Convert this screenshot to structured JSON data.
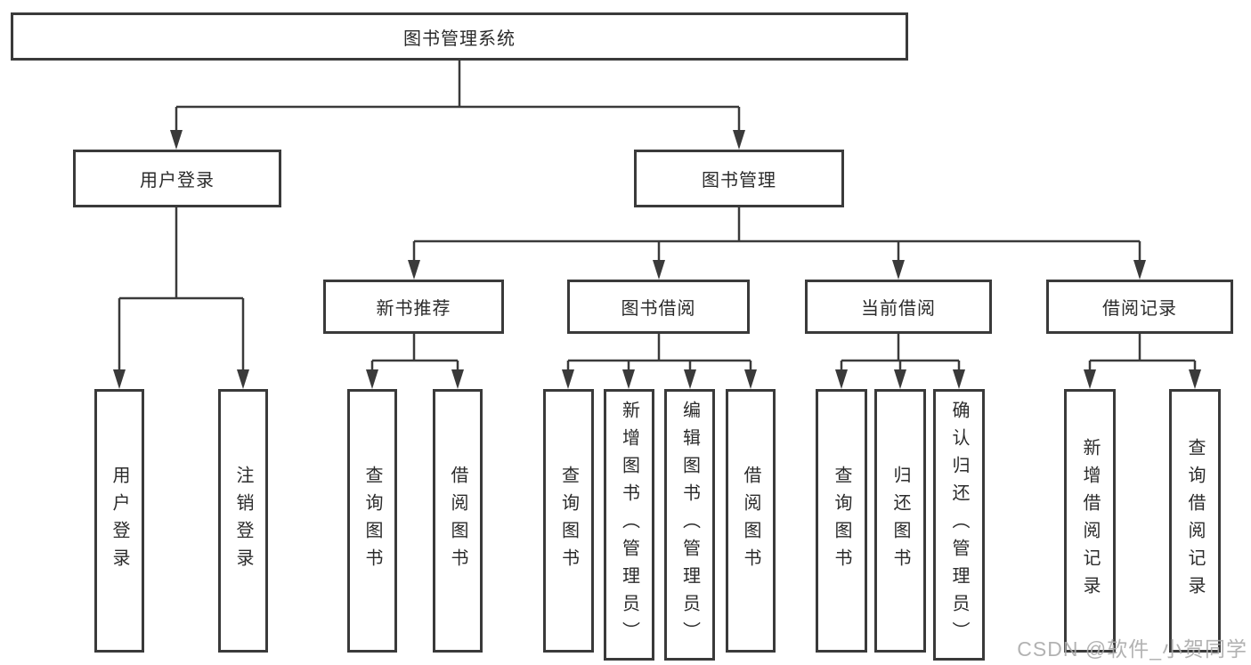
{
  "tree": {
    "label": "图书管理系统",
    "children": [
      {
        "label": "用户登录",
        "children": [
          {
            "label": "用户登录"
          },
          {
            "label": "注销登录"
          }
        ]
      },
      {
        "label": "图书管理",
        "children": [
          {
            "label": "新书推荐",
            "children": [
              {
                "label": "查询图书"
              },
              {
                "label": "借阅图书"
              }
            ]
          },
          {
            "label": "图书借阅",
            "children": [
              {
                "label": "查询图书"
              },
              {
                "label": "新增图书（管理员）"
              },
              {
                "label": "编辑图书（管理员）"
              },
              {
                "label": "借阅图书"
              }
            ]
          },
          {
            "label": "当前借阅",
            "children": [
              {
                "label": "查询图书"
              },
              {
                "label": "归还图书"
              },
              {
                "label": "确认归还（管理员）"
              }
            ]
          },
          {
            "label": "借阅记录",
            "children": [
              {
                "label": "新增借阅记录"
              },
              {
                "label": "查询借阅记录"
              }
            ]
          }
        ]
      }
    ]
  },
  "watermark": {
    "text": "CSDN @软件_小贺同学",
    "color": "#aaaaaa"
  },
  "colors": {
    "line": "#3a3a3a",
    "box_background": "#ffffff",
    "text": "#2b2b2b"
  }
}
